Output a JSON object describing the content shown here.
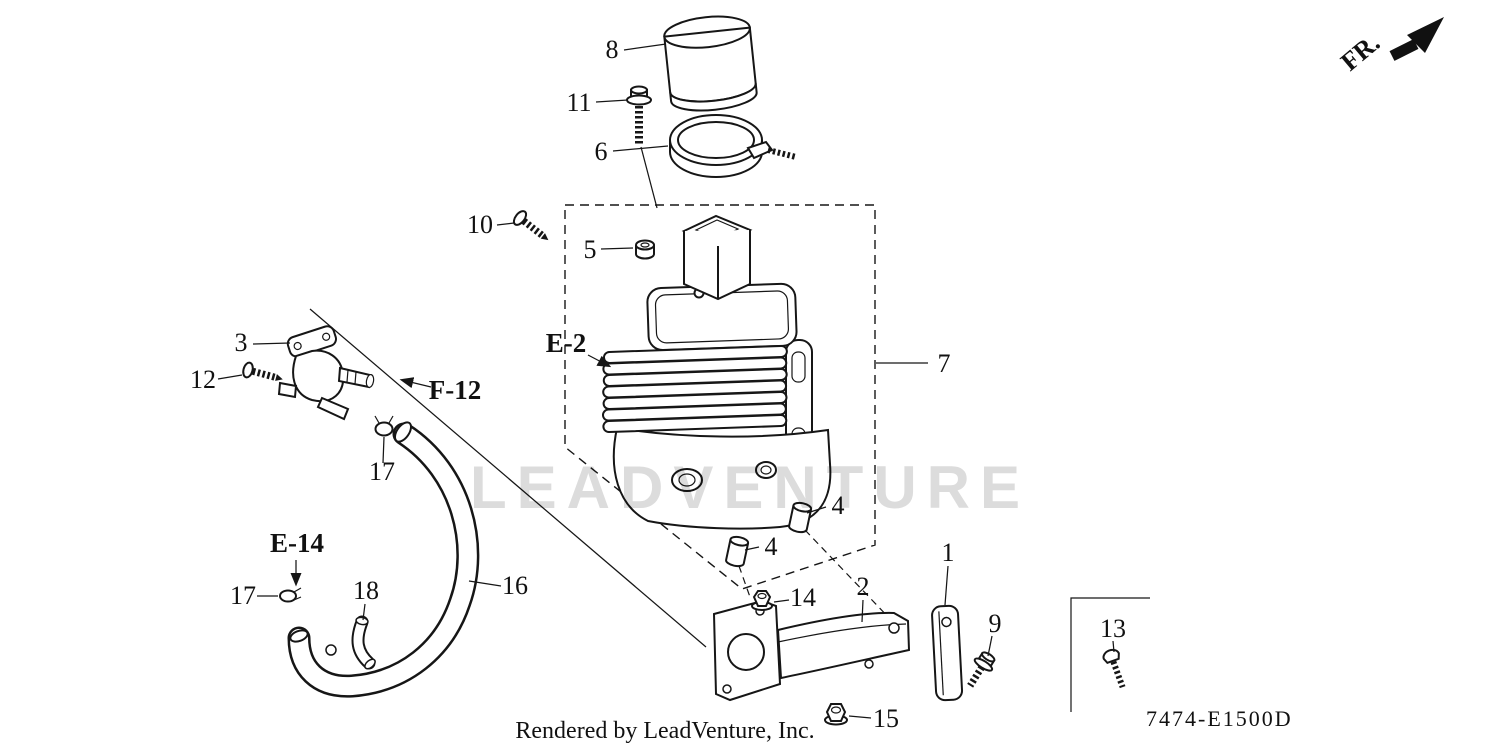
{
  "page": {
    "watermark": "LEADVENTURE",
    "footer": "Rendered by LeadVenture, Inc.",
    "diagram_code": "7474-E1500D",
    "fr_label": "FR."
  },
  "refs": {
    "e2": "E-2",
    "f12": "F-12",
    "e14": "E-14"
  },
  "callouts": {
    "1": "1",
    "2": "2",
    "3": "3",
    "4": "4",
    "5": "5",
    "6": "6",
    "7": "7",
    "8": "8",
    "9": "9",
    "10": "10",
    "11": "11",
    "12": "12",
    "13": "13",
    "14": "14",
    "15": "15",
    "16": "16",
    "17": "17",
    "18": "18"
  },
  "colors": {
    "line": "#161616",
    "background": "#ffffff",
    "watermark": "#dcdcdc"
  }
}
